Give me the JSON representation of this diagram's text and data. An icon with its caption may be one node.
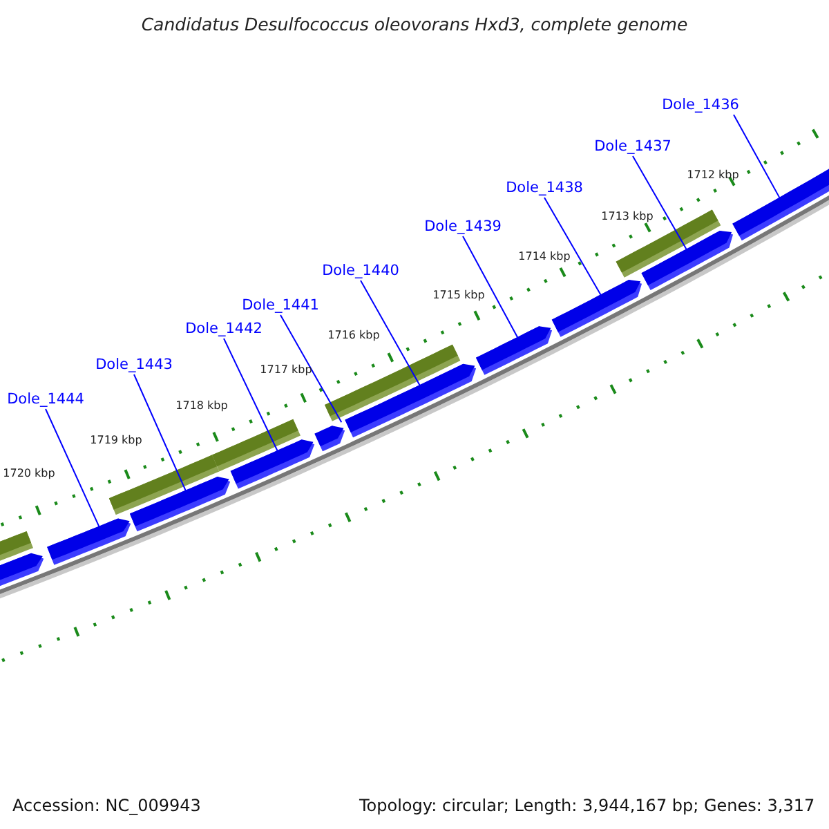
{
  "diagram": {
    "title": "Candidatus Desulfococcus oleovorans Hxd3, complete genome",
    "nodes": [
      {
        "text": [
          "Dole_1436"
        ]
      },
      {
        "text": [
          "Dole_1437"
        ]
      },
      {
        "text": [
          "Dole_1438"
        ]
      },
      {
        "text": [
          "Dole_1439"
        ]
      },
      {
        "text": [
          "Dole_1440"
        ]
      },
      {
        "text": [
          "Dole_1441"
        ]
      },
      {
        "text": [
          "Dole_1442"
        ]
      },
      {
        "text": [
          "Dole_1443"
        ]
      },
      {
        "text": [
          "Dole_1444"
        ]
      },
      {
        "text": [],
        "shape": "bar"
      },
      {
        "text": [],
        "shape": "bar"
      },
      {
        "text": [],
        "shape": "bar"
      },
      {
        "text": [],
        "shape": "bar"
      },
      {
        "text": [],
        "shape": "bar"
      },
      {
        "text": [],
        "shape": "bar"
      },
      {
        "text": [],
        "shape": "bar"
      },
      {
        "text": [],
        "shape": "bar"
      },
      {
        "text": [],
        "shape": "bar"
      }
    ],
    "edges": [
      {
        "from": 0,
        "to": 17,
        "arrow": "none"
      },
      {
        "from": 1,
        "to": 16,
        "arrow": "none"
      },
      {
        "from": 2,
        "to": 15,
        "arrow": "none"
      },
      {
        "from": 3,
        "to": 14,
        "arrow": "none"
      },
      {
        "from": 4,
        "to": 13,
        "arrow": "none"
      },
      {
        "from": 5,
        "to": 12,
        "arrow": "none"
      },
      {
        "from": 6,
        "to": 11,
        "arrow": "none"
      },
      {
        "from": 7,
        "to": 10,
        "arrow": "none"
      },
      {
        "from": 8,
        "to": 9,
        "arrow": "none"
      }
    ],
    "labels": [
      "1712 kbp",
      "1713 kbp",
      "1714 kbp",
      "1715 kbp",
      "1716 kbp",
      "1717 kbp",
      "1718 kbp",
      "1719 kbp",
      "1720 kbp",
      "Accession: NC_009943",
      "Topology: circular; Length: 3,944,167 bp; Genes: 3,317"
    ]
  }
}
